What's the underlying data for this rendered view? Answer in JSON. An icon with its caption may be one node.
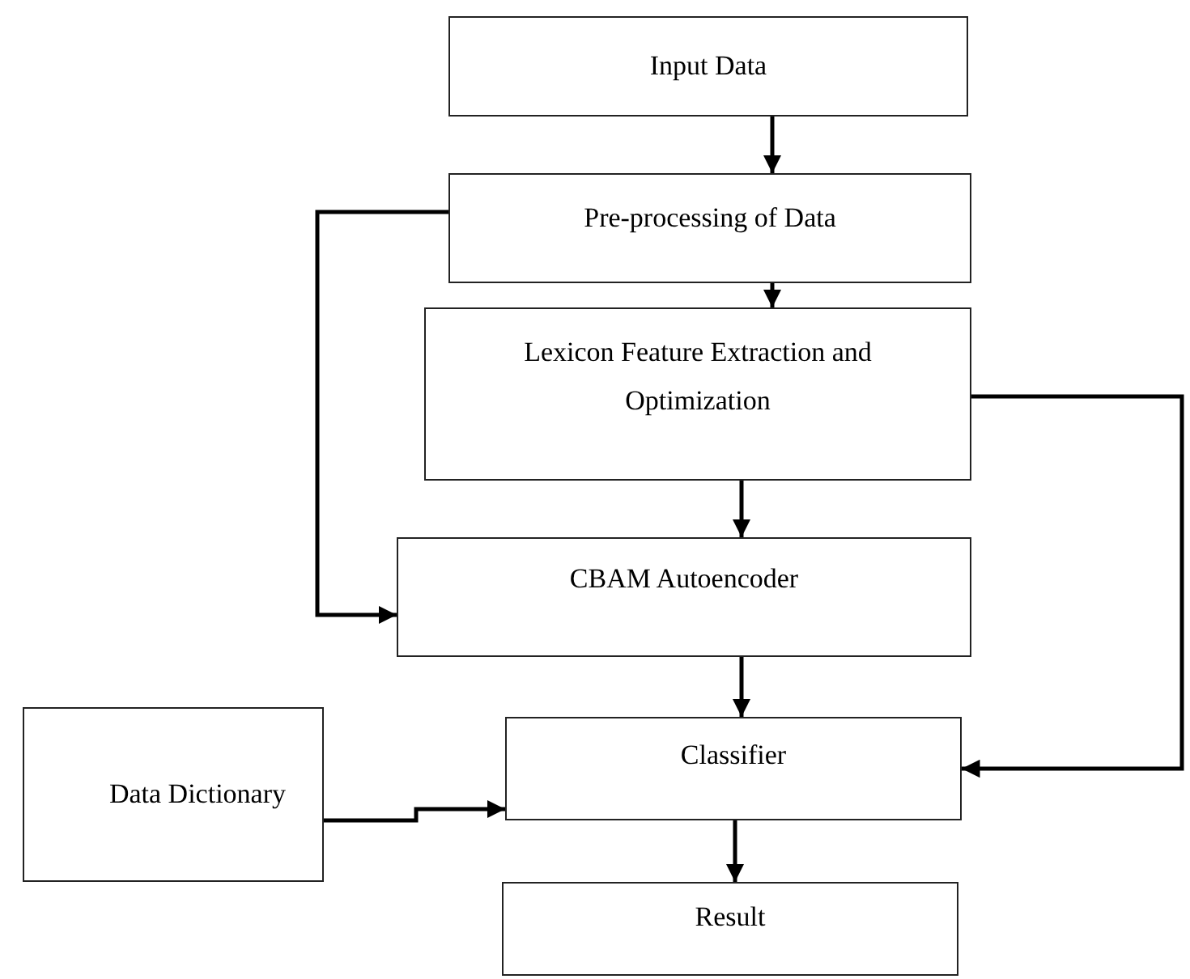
{
  "diagram": {
    "nodes": [
      {
        "text": [
          "Input Data"
        ]
      },
      {
        "text": [
          "Pre-processing of Data"
        ]
      },
      {
        "text": [
          "Lexicon Feature Extraction and Optimization"
        ]
      },
      {
        "text": [
          "CBAM Autoencoder"
        ]
      },
      {
        "text": [
          "Data Dictionary"
        ]
      },
      {
        "text": [
          "Classifier"
        ]
      },
      {
        "text": [
          "Result"
        ]
      }
    ],
    "edges": [
      {
        "from": 0,
        "to": 1,
        "arrow": "to"
      },
      {
        "from": 1,
        "to": 2,
        "arrow": "to"
      },
      {
        "from": 2,
        "to": 3,
        "arrow": "to"
      },
      {
        "from": 1,
        "to": 3,
        "arrow": "to"
      },
      {
        "from": 3,
        "to": 5,
        "arrow": "to"
      },
      {
        "from": 4,
        "to": 5,
        "arrow": "to"
      },
      {
        "from": 2,
        "to": 5,
        "arrow": "to"
      },
      {
        "from": 5,
        "to": 6,
        "arrow": "to"
      }
    ]
  }
}
